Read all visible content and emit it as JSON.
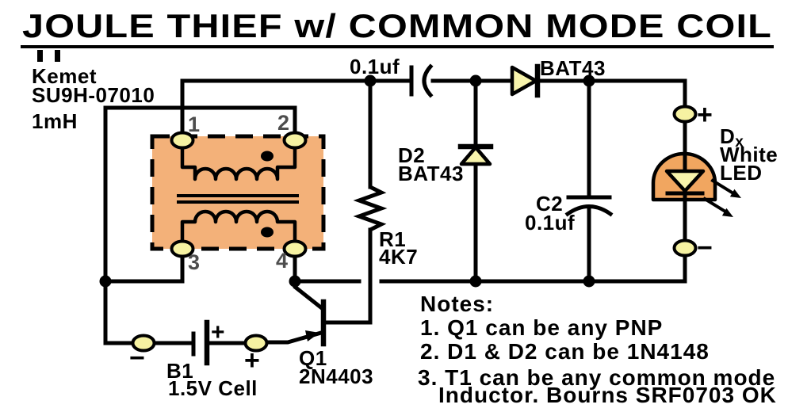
{
  "title": {
    "text": "JOULE THIEF  w/ COMMON MODE COIL"
  },
  "colors": {
    "background": "#FFFFFF",
    "wire": "#000000",
    "transformer_fill": "#F3B179",
    "terminal_fill": "#F6F2A2",
    "diode_fill": "#F8F4AC",
    "led_body_fill": "#F1A660",
    "pin_number_gray": "#4D4D4D"
  },
  "transformer": {
    "brand": "Kemet",
    "part": "SU9H-07010",
    "value": "1mH",
    "pin1": "1",
    "pin2": "2",
    "pin3": "3",
    "pin4": "4"
  },
  "c1": {
    "value": "0.1uf"
  },
  "d1": {
    "part": "BAT43"
  },
  "d2": {
    "ref": "D2",
    "part": "BAT43"
  },
  "r1": {
    "ref": "R1",
    "value": "4K7"
  },
  "c2": {
    "ref": "C2",
    "value": "0.1uf"
  },
  "led": {
    "ref_base": "D",
    "ref_sub": "x",
    "line1": "White",
    "line2": "LED",
    "plus": "+",
    "minus": "−"
  },
  "battery": {
    "ref": "B1",
    "value": "1.5V Cell",
    "terminal_minus": "−",
    "terminal_plus": "+",
    "plate_plus": "+"
  },
  "q1": {
    "ref": "Q1",
    "part": "2N4403"
  },
  "notes": {
    "heading": "Notes:",
    "line1": "1. Q1 can be any PNP",
    "line2": "2. D1 & D2 can be 1N4148",
    "line3": "3. T1 can be any common mode",
    "line4": "Inductor. Bourns SRF0703 OK"
  }
}
